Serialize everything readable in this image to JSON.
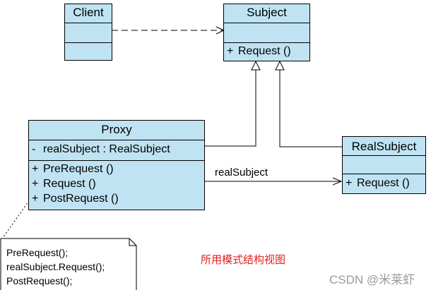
{
  "client": {
    "title": "Client"
  },
  "subject": {
    "title": "Subject",
    "operations": [
      {
        "visibility": "+",
        "text": "Request ()"
      }
    ]
  },
  "proxy": {
    "title": "Proxy",
    "attributes": [
      {
        "visibility": "-",
        "text": "realSubject : RealSubject"
      }
    ],
    "operations": [
      {
        "visibility": "+",
        "text": "PreRequest ()"
      },
      {
        "visibility": "+",
        "text": "Request ()"
      },
      {
        "visibility": "+",
        "text": "PostRequest ()"
      }
    ]
  },
  "real_subject": {
    "title": "RealSubject",
    "operations": [
      {
        "visibility": "+",
        "text": "Request ()"
      }
    ]
  },
  "association_label": "realSubject",
  "note": {
    "lines": [
      "PreRequest();",
      "realSubject.Request();",
      "PostRequest();"
    ]
  },
  "caption": "所用模式结构视图",
  "watermark": "CSDN @米莱虾",
  "colors": {
    "class_fill": "#bfe3f2",
    "caption": "#e02020",
    "watermark": "#9a9a9a"
  }
}
